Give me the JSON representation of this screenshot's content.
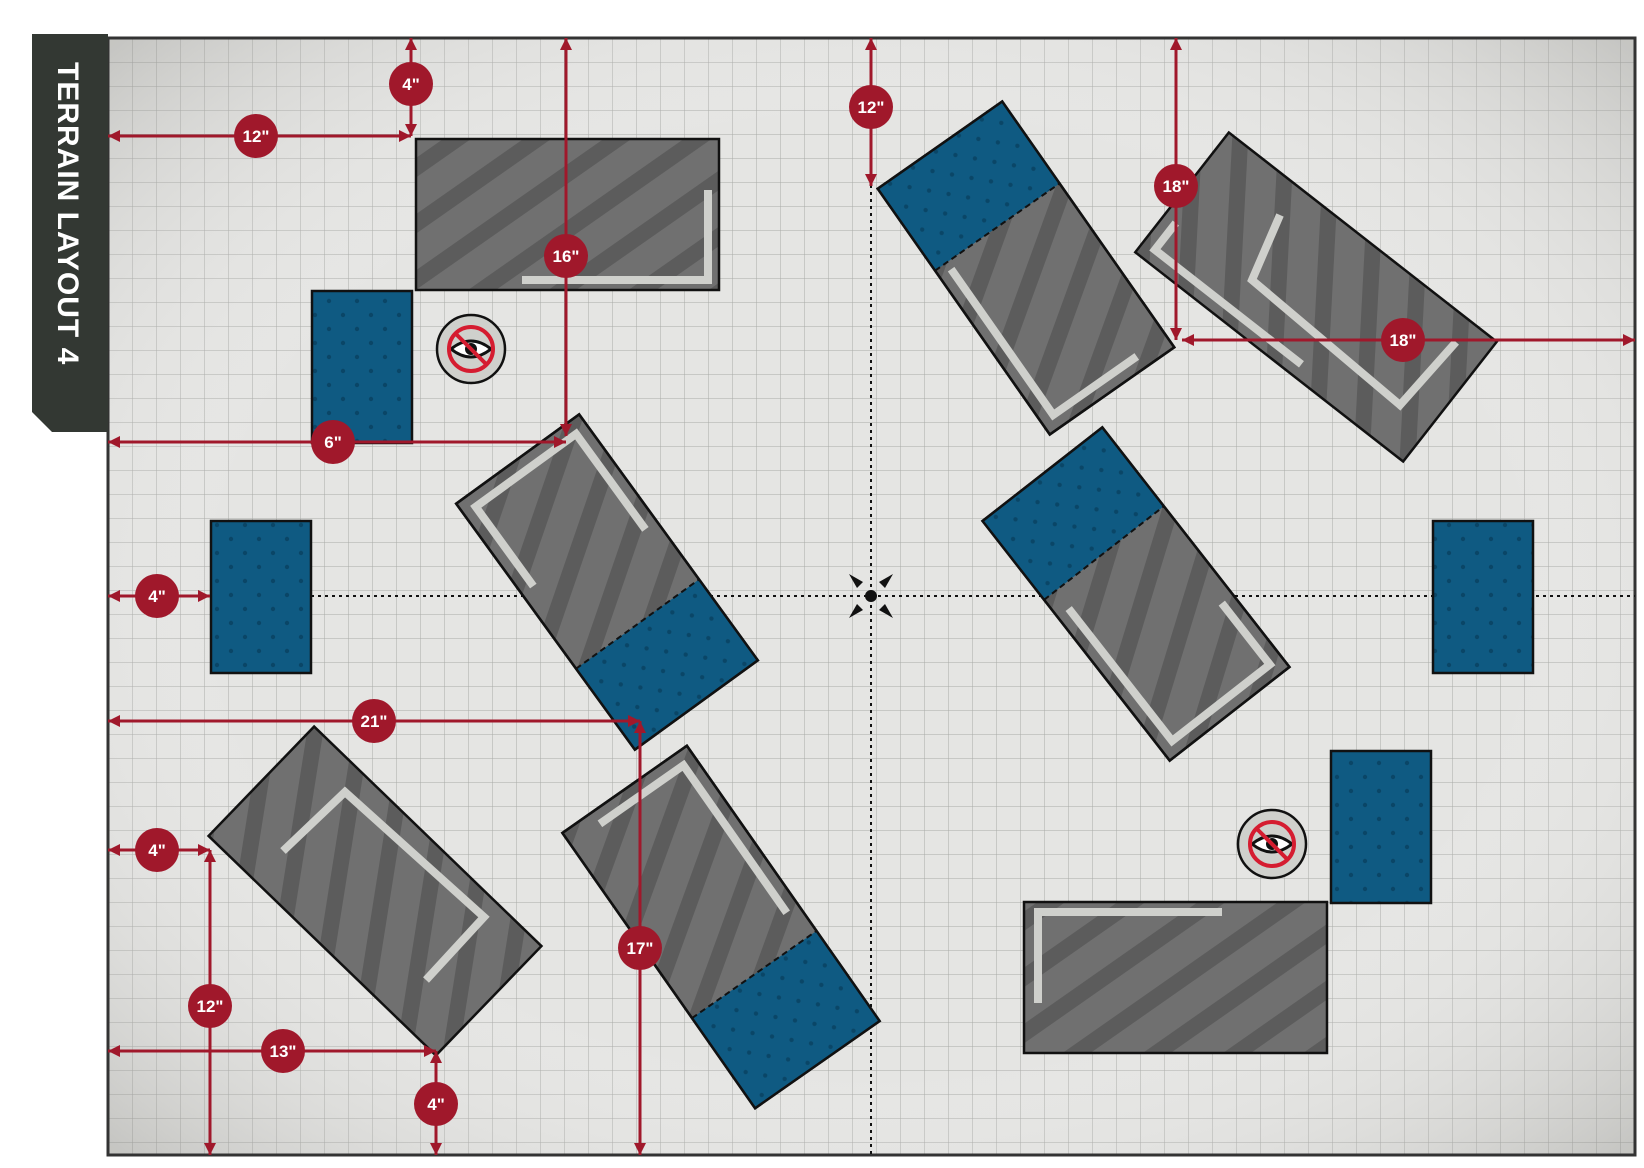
{
  "title": "TERRAIN LAYOUT 4",
  "colors": {
    "accent_red": "#a0182b",
    "ruin_grey": "#6e6e6e",
    "ruin_stripe": "#5d5d5d",
    "ruin_wall": "#cfd0cc",
    "area_blue": "#0f5a82",
    "area_dot": "#0b4a6b",
    "tab_dark": "#333833",
    "grid_line": "#a9aaa7",
    "board_bg": "#e4e4e2"
  },
  "icons": {
    "line_of_sight_blocker": "obscuring-eye-icon",
    "centre_marker": "objective-centre-icon"
  },
  "measurements": [
    "4\"",
    "12\"",
    "16\"",
    "6\"",
    "12\"",
    "18\"",
    "18\"",
    "4\"",
    "21\"",
    "4\"",
    "12\"",
    "13\"",
    "4\"",
    "17\""
  ]
}
